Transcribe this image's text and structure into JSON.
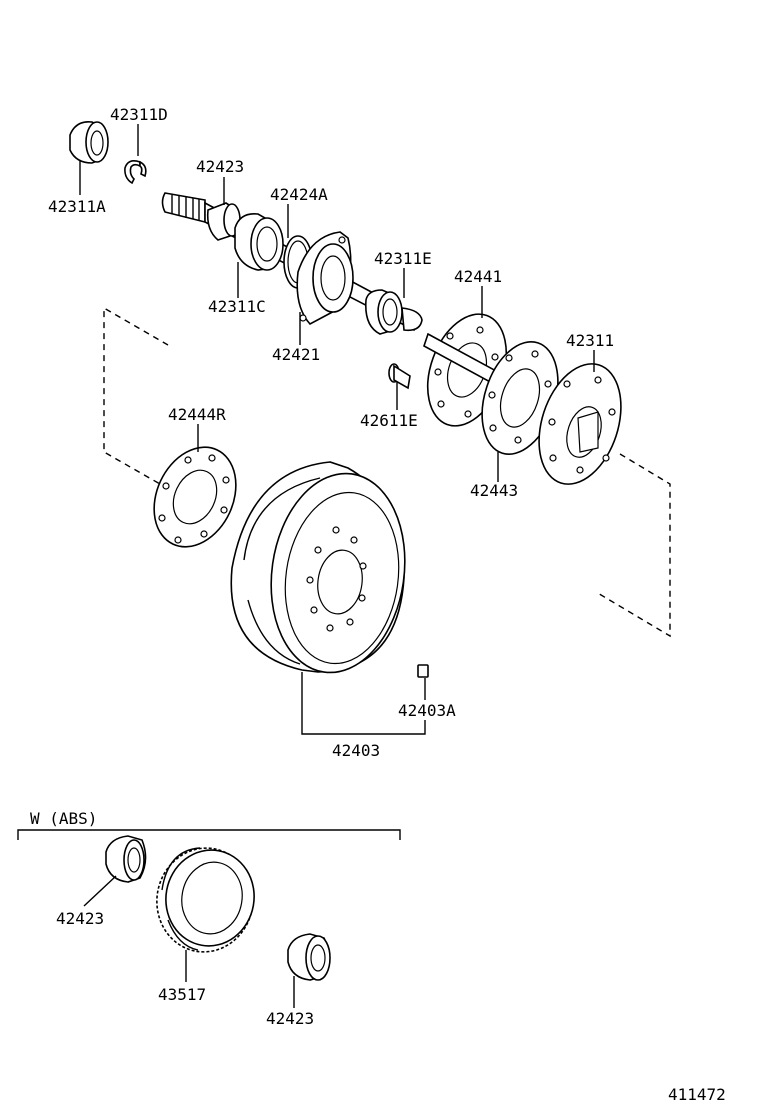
{
  "labels": {
    "p42311D": "42311D",
    "p42311A": "42311A",
    "p42423_top": "42423",
    "p42424A": "42424A",
    "p42311E": "42311E",
    "p42441": "42441",
    "p42311C": "42311C",
    "p42421": "42421",
    "p42311": "42311",
    "p42611E": "42611E",
    "p42444R": "42444R",
    "p42443": "42443",
    "p42403A": "42403A",
    "p42403": "42403",
    "abs_group": "W (ABS)",
    "p42423_abs_left": "42423",
    "p43517": "43517",
    "p42423_abs_right": "42423",
    "figure_number": "411472"
  }
}
